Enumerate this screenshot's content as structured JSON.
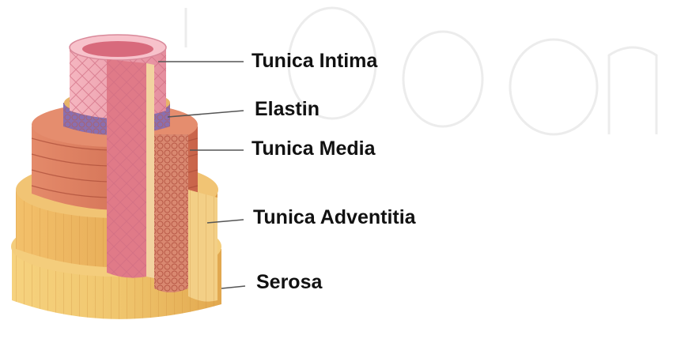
{
  "labels": {
    "tunica_intima": "Tunica Intima",
    "elastin": "Elastin",
    "tunica_media": "Tunica Media",
    "tunica_adventitia": "Tunica Adventitia",
    "serosa": "Serosa"
  },
  "colors": {
    "serosa": "#f0c46a",
    "adventitia": "#e9b25a",
    "media": "#d9785a",
    "elastin": "#8a6fb0",
    "intima": "#f2a8b4",
    "lumen": "#e07a88",
    "watermark": "#e6e6e6"
  }
}
